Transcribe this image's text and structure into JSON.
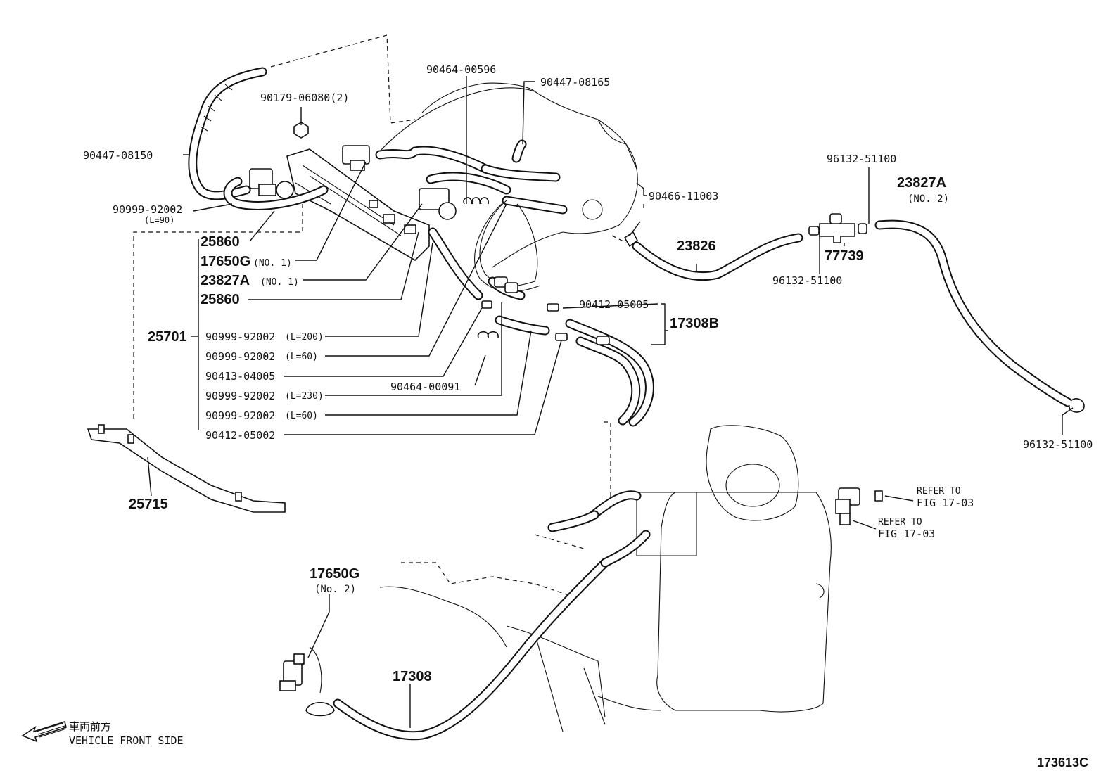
{
  "labels": {
    "p9044708150": "90447-08150",
    "p9017906080": "90179-06080(2)",
    "p9046400596": "90464-00596",
    "p9044708165": "90447-08165",
    "p9046611003": "90466-11003",
    "p9099992002_l90": "90999-92002",
    "l90": "(L=90)",
    "p25860a": "25860",
    "p17650g_no1": "17650G",
    "no1a": "(NO. 1)",
    "p23827a_no1": "23827A",
    "no1b": "(NO. 1)",
    "p25860b": "25860",
    "p25701": "25701",
    "p9099992002_l200": "90999-92002",
    "l200": "(L=200)",
    "p9099992002_l60a": "90999-92002",
    "l60a": "(L=60)",
    "p9041304005": "90413-04005",
    "p9099992002_l230": "90999-92002",
    "l230": "(L=230)",
    "p9099992002_l60b": "90999-92002",
    "l60b": "(L=60)",
    "p9041205002": "90412-05002",
    "p9041205005": "90412-05005",
    "p17308b": "17308B",
    "p9046400091": "90464-00091",
    "p23826": "23826",
    "p9613251100_a": "96132-51100",
    "p23827a_no2": "23827A",
    "no2": "(NO. 2)",
    "p77739": "77739",
    "p9613251100_b": "96132-51100",
    "p9613251100_c": "96132-51100",
    "refer1a": "REFER TO",
    "refer1b": "FIG 17-03",
    "refer2a": "REFER TO",
    "refer2b": "FIG 17-03",
    "p25715": "25715",
    "p17650g_no2": "17650G",
    "no2b": "(No. 2)",
    "p17308": "17308",
    "front_jp": "車両前方",
    "front_en": "VEHICLE FRONT SIDE",
    "figure_id": "173613C"
  }
}
